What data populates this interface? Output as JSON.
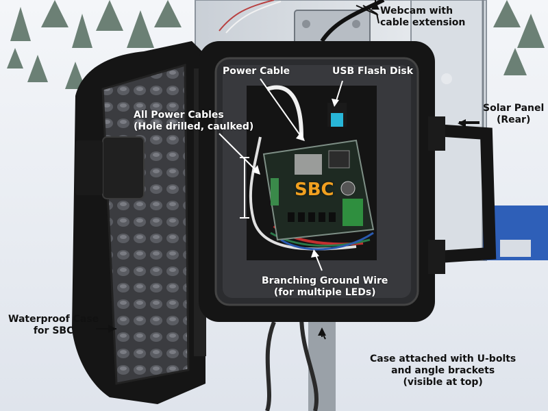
{
  "labels": {
    "webcam": [
      "Webcam with",
      "cable extension"
    ],
    "power_cable": "Power Cable",
    "usb_flash_disk": "USB Flash Disk",
    "all_power_cables": [
      "All Power Cables",
      "(Hole drilled, caulked)"
    ],
    "solar_panel": [
      "Solar Panel",
      "(Rear)"
    ],
    "sbc": "SBC",
    "ground_wire": [
      "Branching Ground Wire",
      "(for multiple LEDs)"
    ],
    "waterproof_case": [
      "Waterproof Case",
      "for SBC"
    ],
    "case_attached": [
      "Case attached with U-bolts",
      "and angle brackets",
      "(visible at top)"
    ]
  },
  "colors": {
    "sbc_label": "#f0a020",
    "snow": "#e9edf3",
    "case_black": "#151515",
    "foam": "#3a3b3e",
    "board": "#1e2a22"
  }
}
